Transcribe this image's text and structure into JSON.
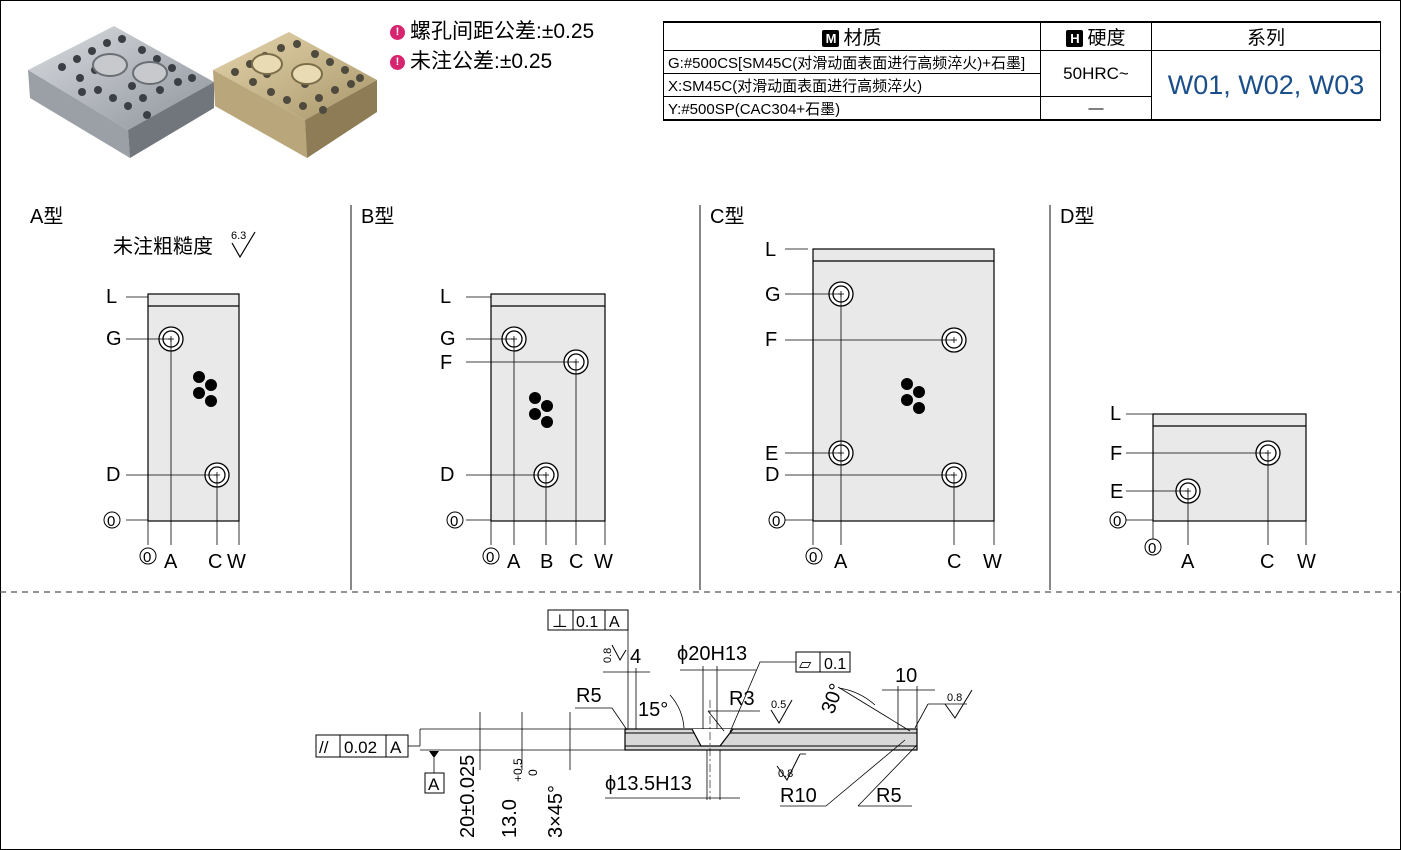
{
  "notes": [
    {
      "icon": "info-pin-icon",
      "text": "螺孔间距公差:±0.25"
    },
    {
      "icon": "info-pin-icon",
      "text": "未注公差:±0.25"
    }
  ],
  "spec_table": {
    "headers": {
      "material_badge": "M",
      "material": "材质",
      "hardness_badge": "H",
      "hardness": "硬度",
      "series": "系列"
    },
    "rows": [
      {
        "material": "G:#500CS[SM45C(对滑动面表面进行高频淬火)+石墨]",
        "hardness": "50HRC~"
      },
      {
        "material": "X:SM45C(对滑动面表面进行高频淬火)"
      },
      {
        "material": "Y:#500SP(CAC304+石墨)",
        "hardness": "—"
      }
    ],
    "series": "W01, W02, W03"
  },
  "types": {
    "a": {
      "title": "A型",
      "labels": {
        "L": "L",
        "G": "G",
        "D": "D",
        "zero": "0",
        "A": "A",
        "C": "C",
        "W": "W"
      }
    },
    "b": {
      "title": "B型",
      "labels": {
        "L": "L",
        "G": "G",
        "F": "F",
        "D": "D",
        "zero": "0",
        "A": "A",
        "B": "B",
        "C": "C",
        "W": "W"
      }
    },
    "c": {
      "title": "C型",
      "labels": {
        "L": "L",
        "G": "G",
        "F": "F",
        "E": "E",
        "D": "D",
        "zero": "0",
        "A": "A",
        "C": "C",
        "W": "W"
      }
    },
    "d": {
      "title": "D型",
      "labels": {
        "L": "L",
        "F": "F",
        "E": "E",
        "zero": "0",
        "A": "A",
        "C": "C",
        "W": "W"
      }
    }
  },
  "roughness_note": {
    "text": "未注粗糙度",
    "value": "6.3"
  },
  "section": {
    "perp_symbol": "⊥",
    "perp_value": "0.1",
    "perp_datum": "A",
    "rough_08": "0.8",
    "dim_4": "4",
    "bore": "ϕ20H13",
    "flat_symbol": "▱",
    "flat_value": "0.1",
    "r5_left": "R5",
    "angle_15": "15°",
    "r3": "R3",
    "rough_05": "0.5",
    "angle_30": "30°",
    "dim_10": "10",
    "rough_08_right": "0.8",
    "par_symbol": "//",
    "par_value": "0.02",
    "par_datum": "A",
    "datum_A": "A",
    "dim_20": "20±0.025",
    "dim_13": "13.0",
    "tol_plus": "+0.5",
    "tol_zero": "0",
    "dim_3x45": "3×45°",
    "counterbore": "ϕ13.5H13",
    "rough_08_bottom": "0.8",
    "r10": "R10",
    "r5_right": "R5"
  }
}
